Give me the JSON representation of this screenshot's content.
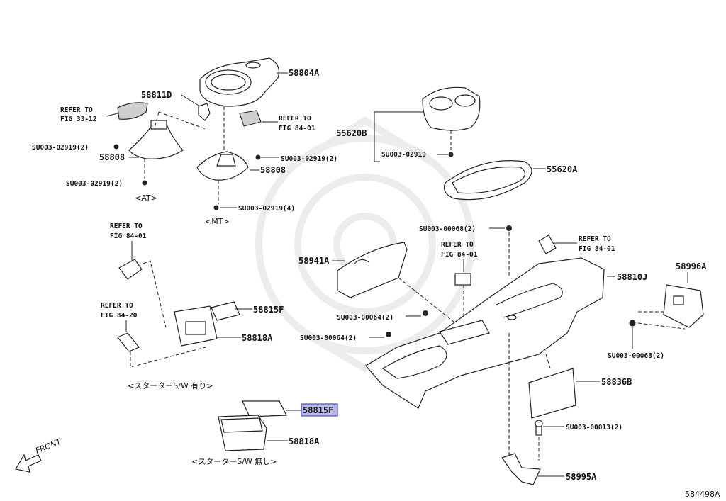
{
  "diagram_id": "584498A",
  "front_label": "FRONT",
  "notes": {
    "at": "<AT>",
    "mt": "<MT>",
    "with_starter": "<スターターS/W 有り>",
    "without_starter": "<スターターS/W 無し>"
  },
  "refs": {
    "fig_33_12": [
      "REFER TO",
      "FIG 33-12"
    ],
    "fig_84_01_a": [
      "REFER TO",
      "FIG 84-01"
    ],
    "fig_84_01_b": [
      "REFER TO",
      "FIG 84-01"
    ],
    "fig_84_20": [
      "REFER TO",
      "FIG 84-20"
    ],
    "fig_84_01_c": [
      "REFER TO",
      "FIG 84-01"
    ],
    "fig_84_01_d": [
      "REFER TO",
      "FIG 84-01"
    ]
  },
  "parts": {
    "p58804A": "58804A",
    "p58811D": "58811D",
    "p58808_at": "58808",
    "p58808_mt": "58808",
    "s_at_1": "SU003-02919(2)",
    "s_at_2": "SU003-02919(2)",
    "s_mid": "SU003-02919(2)",
    "s_mt": "SU003-02919(4)",
    "p55620B": "55620B",
    "s_55620": "SU003-02919",
    "p55620A": "55620A",
    "s_00068_top": "SU003-00068(2)",
    "p58941A": "58941A",
    "p58810J": "58810J",
    "p58996A": "58996A",
    "s_00064_a": "SU003-00064(2)",
    "s_00064_b": "SU003-00064(2)",
    "s_00068_right": "SU003-00068(2)",
    "p58815F_a": "58815F",
    "p58818A_a": "58818A",
    "p58836B": "58836B",
    "s_00013": "SU003-00013(2)",
    "p58815F_b": "58815F",
    "p58818A_b": "58818A",
    "p58995A": "58995A"
  },
  "highlight_color": "#b9b9ec"
}
